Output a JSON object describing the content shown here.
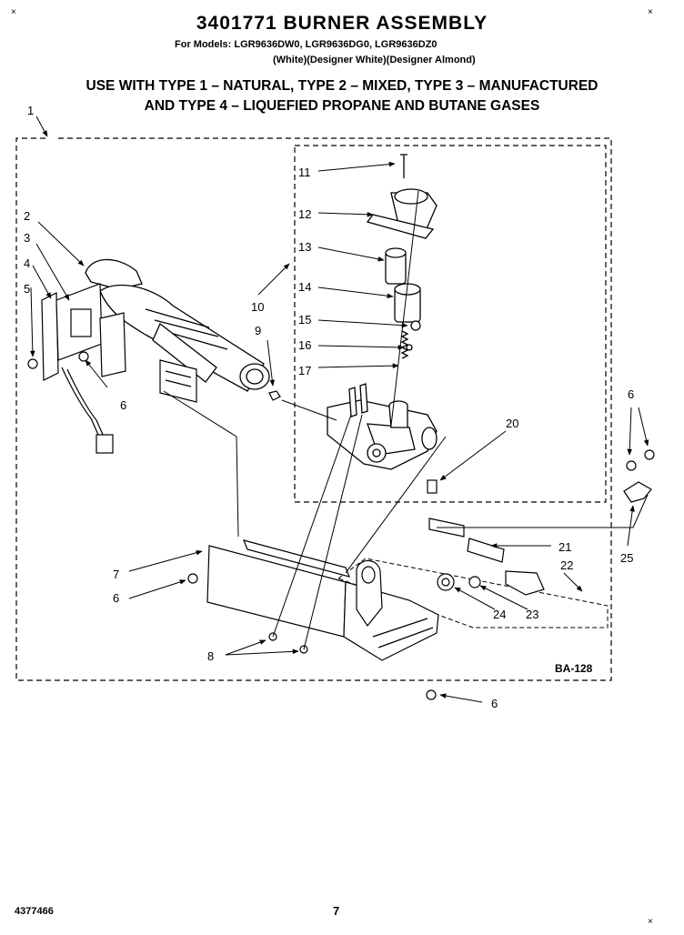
{
  "header": {
    "title": "3401771 BURNER ASSEMBLY",
    "models": "For Models: LGR9636DW0, LGR9636DG0, LGR9636DZ0",
    "colors": "(White)(Designer White)(Designer Almond)",
    "usage_line1": "USE WITH TYPE 1 – NATURAL, TYPE 2 – MIXED, TYPE 3 – MANUFACTURED",
    "usage_line2": "AND TYPE 4 – LIQUEFIED PROPANE AND BUTANE GASES"
  },
  "corner_marks": [
    "×",
    "×",
    "×"
  ],
  "diagram": {
    "reference": "BA-128",
    "callouts": {
      "c1": "1",
      "c2": "2",
      "c3": "3",
      "c4": "4",
      "c5": "5",
      "c6a": "6",
      "c6b": "6",
      "c6c": "6",
      "c6d": "6",
      "c7": "7",
      "c8": "8",
      "c9": "9",
      "c10": "10",
      "c11": "11",
      "c12": "12",
      "c13": "13",
      "c14": "14",
      "c15": "15",
      "c16": "16",
      "c17": "17",
      "c20": "20",
      "c21": "21",
      "c22": "22",
      "c23": "23",
      "c24": "24",
      "c25": "25"
    }
  },
  "footer": {
    "doc_number": "4377466",
    "page_number": "7"
  }
}
